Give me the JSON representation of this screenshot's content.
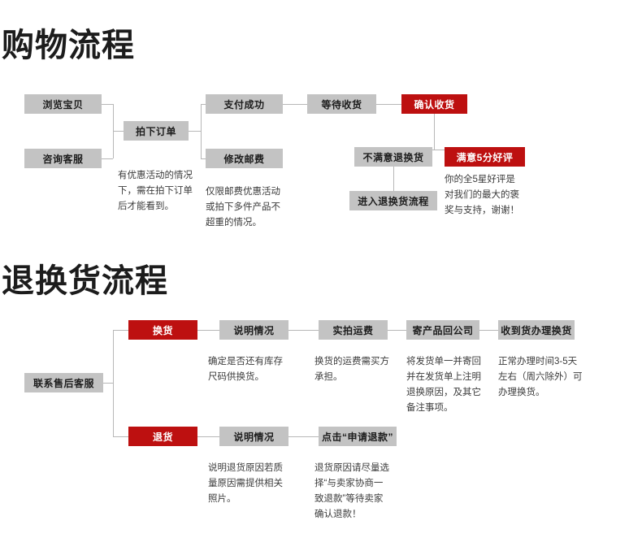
{
  "sections": [
    {
      "id": "shopping",
      "heading": "购物流程",
      "nodes": {
        "browse": "浏览宝贝",
        "consult": "咨询客服",
        "place_order": "拍下订单",
        "pay_success": "支付成功",
        "modify_shipping": "修改邮费",
        "wait_receive": "等待收货",
        "confirm_receive": "确认收货",
        "unsatisfied_return": "不满意退换货",
        "enter_return_flow": "进入退换货流程",
        "satisfied_review": "满意5分好评"
      },
      "captions": {
        "place_order_note": [
          "有优惠活动的情况",
          "下，需在拍下订单",
          "后才能看到。"
        ],
        "modify_shipping_note": [
          "仅限邮费优惠活动",
          "或拍下多件产品不",
          "超重的情况。"
        ],
        "satisfied_review_note": [
          "你的全5星好评是",
          "对我们的最大的褒",
          "奖与支持，谢谢！"
        ]
      }
    },
    {
      "id": "return",
      "heading": "退换货流程",
      "nodes": {
        "contact_service": "联系售后客服",
        "exchange": "换货",
        "exchange_explain": "说明情况",
        "exchange_shipping": "实拍运费",
        "send_back": "寄产品回公司",
        "receive_process": "收到货办理换货",
        "refund": "退货",
        "refund_explain": "说明情况",
        "click_apply_refund": "点击“申请退款”"
      },
      "captions": {
        "exchange_explain_note": [
          "确定是否还有库存",
          "尺码供换货。"
        ],
        "exchange_shipping_note": [
          "换货的运费需买方",
          "承担。"
        ],
        "send_back_note": [
          "将发货单一并寄回",
          "并在发货单上注明",
          "退换原因，及其它",
          "备注事项。"
        ],
        "receive_process_note": [
          "正常办理时间3-5天",
          "左右（周六除外）可",
          "办理换货。"
        ],
        "refund_explain_note": [
          "说明退货原因若质",
          "量原因需提供相关",
          "照片。"
        ],
        "click_apply_refund_note": [
          "退货原因请尽量选",
          "择“与卖家协商一",
          "致退款”等待卖家",
          "确认退款！"
        ]
      }
    }
  ],
  "colors": {
    "accent_red": "#bd1010",
    "box_grey": "#c3c3c3",
    "line_grey": "#b7b7b7",
    "heading_text": "#1c1c1c",
    "caption_text": "#3b3b3b"
  }
}
